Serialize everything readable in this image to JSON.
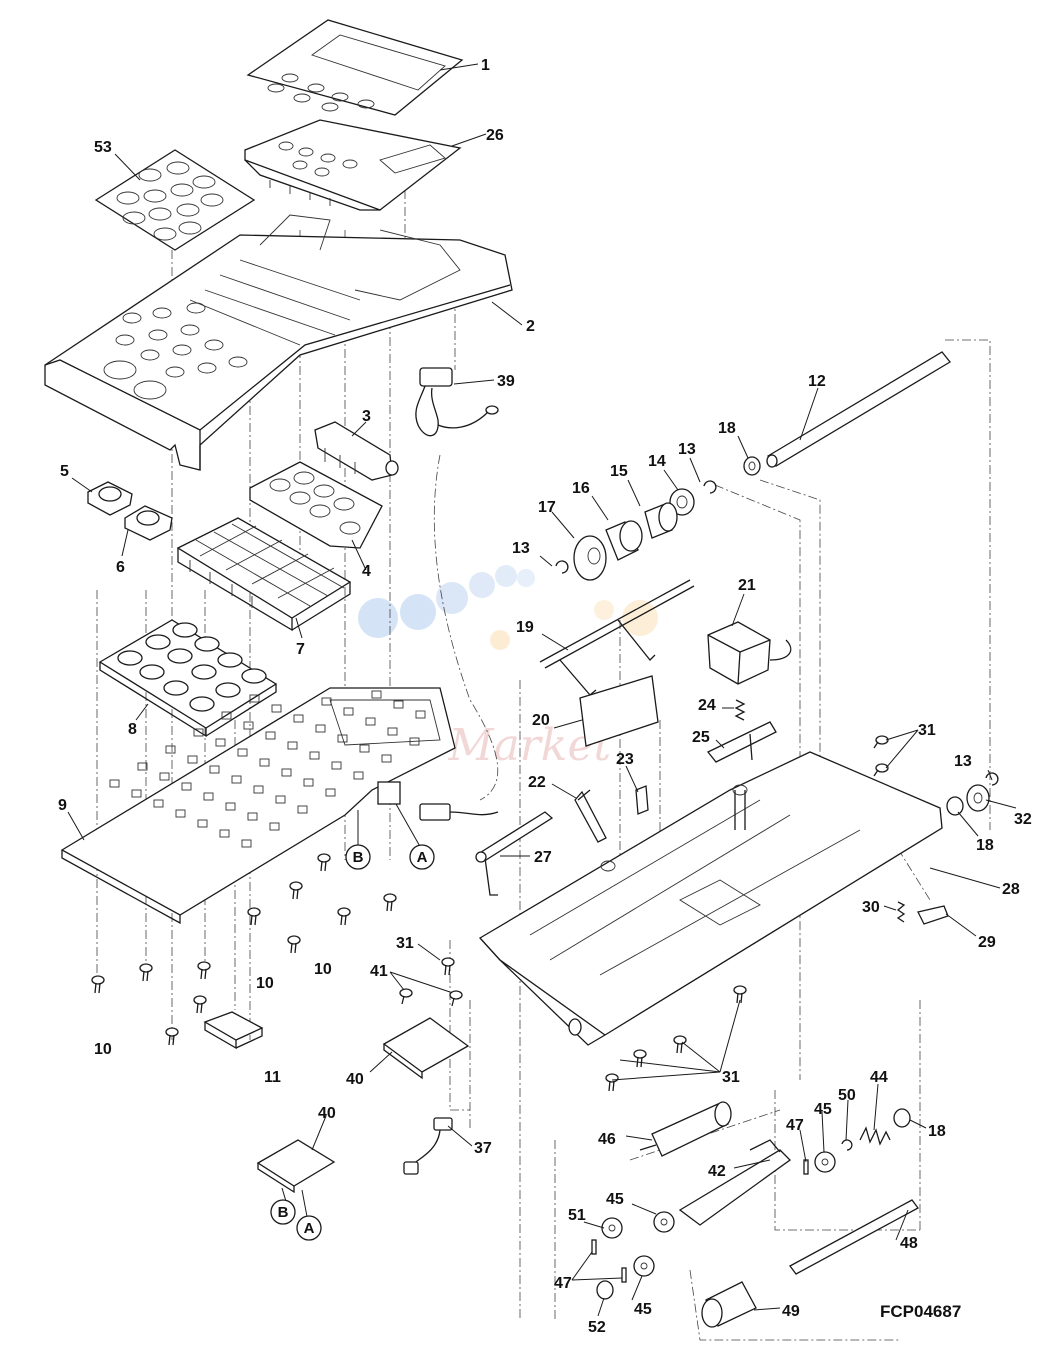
{
  "diagram": {
    "code": "FCP04687",
    "watermark": "Ink-Market"
  },
  "callouts": [
    {
      "id": "c1",
      "text": "1"
    },
    {
      "id": "c26",
      "text": "26"
    },
    {
      "id": "c53",
      "text": "53"
    },
    {
      "id": "c2",
      "text": "2"
    },
    {
      "id": "c39",
      "text": "39"
    },
    {
      "id": "c3",
      "text": "3"
    },
    {
      "id": "c5",
      "text": "5"
    },
    {
      "id": "c6",
      "text": "6"
    },
    {
      "id": "c4",
      "text": "4"
    },
    {
      "id": "c7",
      "text": "7"
    },
    {
      "id": "c8",
      "text": "8"
    },
    {
      "id": "c9",
      "text": "9"
    },
    {
      "id": "c10a",
      "text": "10"
    },
    {
      "id": "c10b",
      "text": "10"
    },
    {
      "id": "c10c",
      "text": "10"
    },
    {
      "id": "c11",
      "text": "11"
    },
    {
      "id": "c12",
      "text": "12"
    },
    {
      "id": "c18a",
      "text": "18"
    },
    {
      "id": "c13a",
      "text": "13"
    },
    {
      "id": "c14",
      "text": "14"
    },
    {
      "id": "c15",
      "text": "15"
    },
    {
      "id": "c16",
      "text": "16"
    },
    {
      "id": "c17",
      "text": "17"
    },
    {
      "id": "c13b",
      "text": "13"
    },
    {
      "id": "c21",
      "text": "21"
    },
    {
      "id": "c19",
      "text": "19"
    },
    {
      "id": "c20",
      "text": "20"
    },
    {
      "id": "c24",
      "text": "24"
    },
    {
      "id": "c25",
      "text": "25"
    },
    {
      "id": "c31a",
      "text": "31"
    },
    {
      "id": "c13c",
      "text": "13"
    },
    {
      "id": "c32",
      "text": "32"
    },
    {
      "id": "c18b",
      "text": "18"
    },
    {
      "id": "c22",
      "text": "22"
    },
    {
      "id": "c23",
      "text": "23"
    },
    {
      "id": "c27",
      "text": "27"
    },
    {
      "id": "c28",
      "text": "28"
    },
    {
      "id": "c30",
      "text": "30"
    },
    {
      "id": "c29",
      "text": "29"
    },
    {
      "id": "c31b",
      "text": "31"
    },
    {
      "id": "c41",
      "text": "41"
    },
    {
      "id": "c40a",
      "text": "40"
    },
    {
      "id": "c31c",
      "text": "31"
    },
    {
      "id": "c40b",
      "text": "40"
    },
    {
      "id": "c37",
      "text": "37"
    },
    {
      "id": "c46",
      "text": "46"
    },
    {
      "id": "c47a",
      "text": "47"
    },
    {
      "id": "c45a",
      "text": "45"
    },
    {
      "id": "c50",
      "text": "50"
    },
    {
      "id": "c44",
      "text": "44"
    },
    {
      "id": "c18c",
      "text": "18"
    },
    {
      "id": "c42",
      "text": "42"
    },
    {
      "id": "c45b",
      "text": "45"
    },
    {
      "id": "c51",
      "text": "51"
    },
    {
      "id": "c48",
      "text": "48"
    },
    {
      "id": "c47b",
      "text": "47"
    },
    {
      "id": "c45c",
      "text": "45"
    },
    {
      "id": "c52",
      "text": "52"
    },
    {
      "id": "c49",
      "text": "49"
    }
  ],
  "connectors": [
    {
      "id": "b1",
      "text": "B"
    },
    {
      "id": "a1",
      "text": "A"
    },
    {
      "id": "b2",
      "text": "B"
    },
    {
      "id": "a2",
      "text": "A"
    }
  ]
}
